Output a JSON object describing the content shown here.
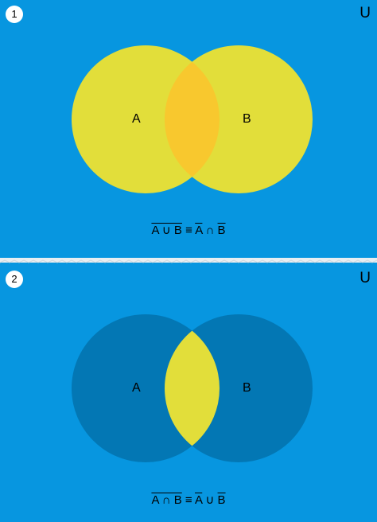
{
  "colors": {
    "background": "#0796e0",
    "set_yellow": "#e2de3a",
    "intersection_orange": "#f8c82e",
    "set_dark": "#0377b4"
  },
  "panel1": {
    "number": "1",
    "universe": "U",
    "set_a": "A",
    "set_b": "B",
    "formula": {
      "lhs": "A ∪ B",
      "equiv": "≡",
      "a": "A",
      "op": "∩",
      "b": "B"
    }
  },
  "panel2": {
    "number": "2",
    "universe": "U",
    "set_a": "A",
    "set_b": "B",
    "formula": {
      "lhs": "A ∩ B",
      "equiv": "≡",
      "a": "A",
      "op": "∪",
      "b": "B"
    }
  }
}
